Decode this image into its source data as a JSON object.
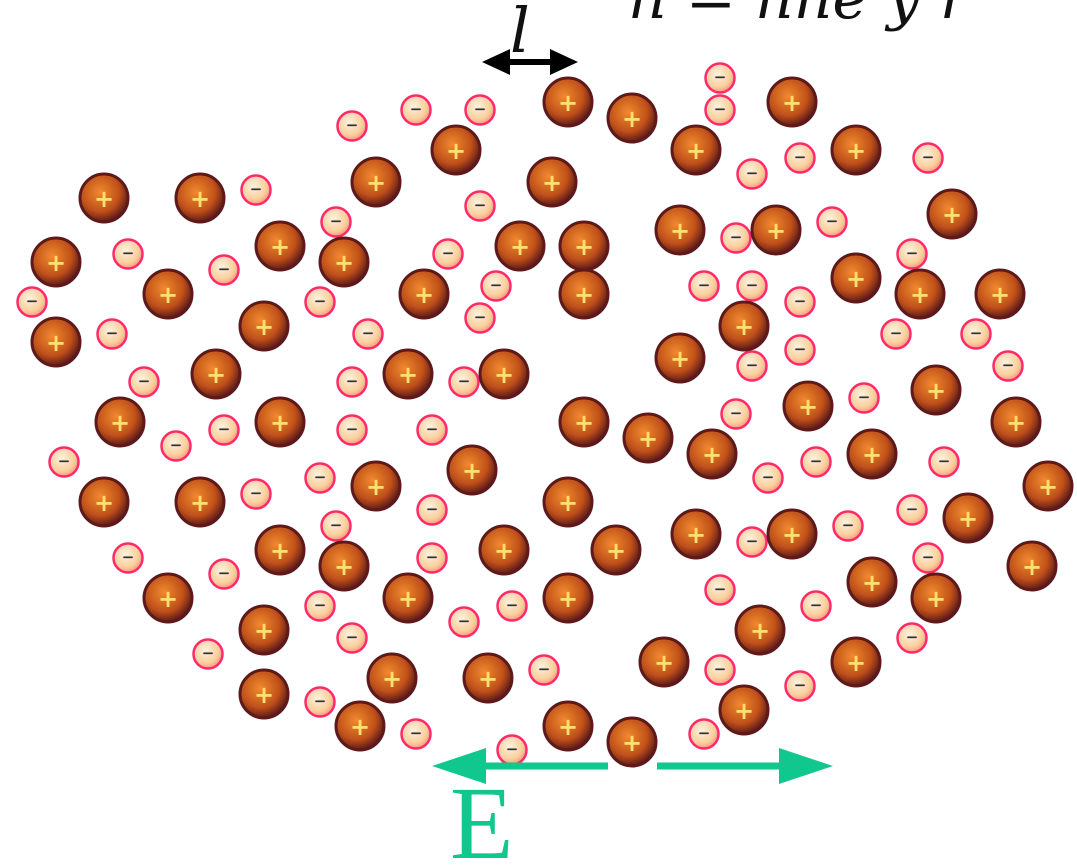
{
  "labels": {
    "top_fragment": "n = nne y r",
    "spacing": "l",
    "field": "E"
  },
  "symbols": {
    "positive": "+",
    "negative": "−"
  },
  "colors": {
    "positive_core": "#d8641e",
    "positive_edge": "#5e1a1a",
    "positive_sign": "#ffe070",
    "negative_core": "#fbd7b0",
    "negative_edge": "#ff2a6e",
    "negative_sign": "#333333",
    "field_arrow": "#10c78e",
    "spacing_arrow": "#000000"
  }
}
